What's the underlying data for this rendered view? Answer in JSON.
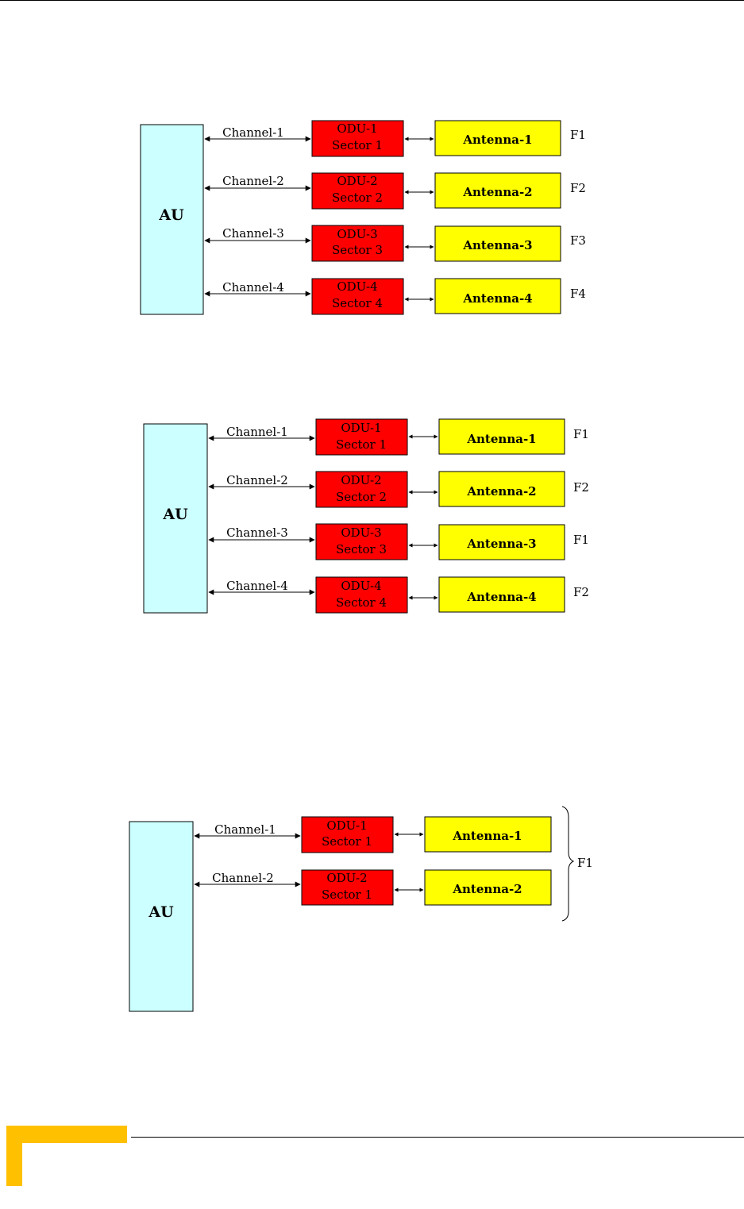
{
  "colors": {
    "au_fill": "#ccffff",
    "odu_fill": "#ff0000",
    "antenna_fill": "#ffff00",
    "footer_accent": "#ffc000"
  },
  "diagrams": [
    {
      "au_label": "AU",
      "rows": [
        {
          "channel": "Channel-1",
          "odu": "ODU-1",
          "sector": "Sector 1",
          "antenna": "Antenna-1",
          "freq": "F1"
        },
        {
          "channel": "Channel-2",
          "odu": "ODU-2",
          "sector": "Sector 2",
          "antenna": "Antenna-2",
          "freq": "F2"
        },
        {
          "channel": "Channel-3",
          "odu": "ODU-3",
          "sector": "Sector 3",
          "antenna": "Antenna-3",
          "freq": "F3"
        },
        {
          "channel": "Channel-4",
          "odu": "ODU-4",
          "sector": "Sector 4",
          "antenna": "Antenna-4",
          "freq": "F4"
        }
      ]
    },
    {
      "au_label": "AU",
      "rows": [
        {
          "channel": "Channel-1",
          "odu": "ODU-1",
          "sector": "Sector 1",
          "antenna": "Antenna-1",
          "freq": "F1"
        },
        {
          "channel": "Channel-2",
          "odu": "ODU-2",
          "sector": "Sector 2",
          "antenna": "Antenna-2",
          "freq": "F2"
        },
        {
          "channel": "Channel-3",
          "odu": "ODU-3",
          "sector": "Sector 3",
          "antenna": "Antenna-3",
          "freq": "F1"
        },
        {
          "channel": "Channel-4",
          "odu": "ODU-4",
          "sector": "Sector 4",
          "antenna": "Antenna-4",
          "freq": "F2"
        }
      ]
    },
    {
      "au_label": "AU",
      "rows": [
        {
          "channel": "Channel-1",
          "odu": "ODU-1",
          "sector": "Sector 1",
          "antenna": "Antenna-1"
        },
        {
          "channel": "Channel-2",
          "odu": "ODU-2",
          "sector": "Sector 1",
          "antenna": "Antenna-2"
        }
      ],
      "shared_freq": "F1"
    }
  ]
}
